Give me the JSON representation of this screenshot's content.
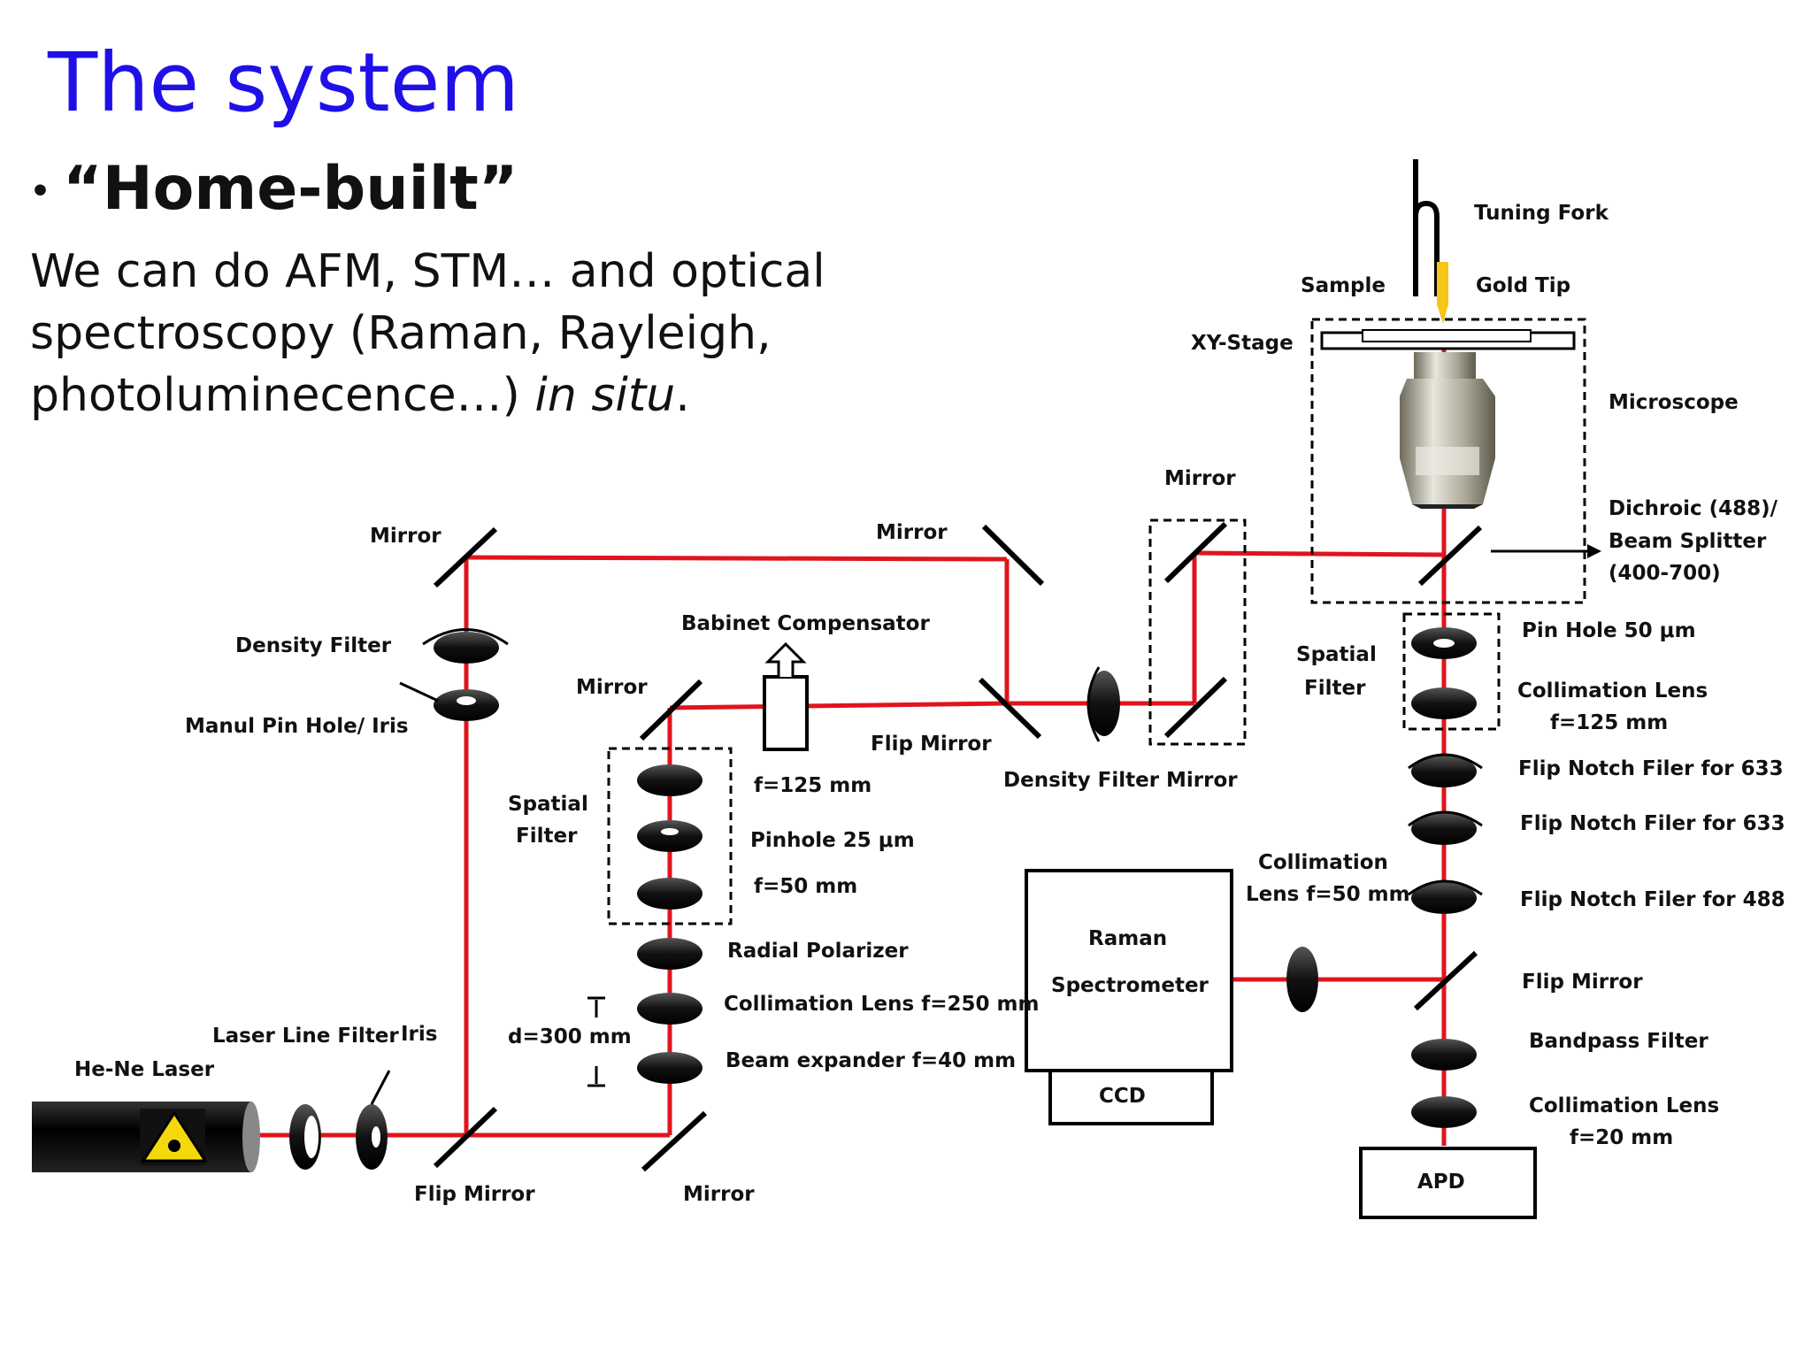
{
  "slide": {
    "title": "The system",
    "bullet": "“Home-built”",
    "desc_main": "We can do AFM, STM… and optical spectroscopy (Raman, Rayleigh, photoluminecence…)",
    "desc_italic": "in situ",
    "desc_end": "."
  },
  "labels": {
    "tuning_fork": "Tuning Fork",
    "sample": "Sample",
    "gold_tip": "Gold Tip",
    "xy_stage": "XY-Stage",
    "microscope": "Microscope",
    "mirror_top_right": "Mirror",
    "dichroic_1": "Dichroic (488)/",
    "dichroic_2": "Beam Splitter",
    "dichroic_3": "(400-700)",
    "mirror_left_top": "Mirror",
    "mirror_mid_top": "Mirror",
    "density_filter_left": "Density Filter",
    "manual_pinhole": "Manul Pin Hole/ Iris",
    "babinet": "Babinet Compensator",
    "mirror_mid": "Mirror",
    "flip_mirror_mid": "Flip Mirror",
    "spatial_filter_right_1": "Spatial",
    "spatial_filter_right_2": "Filter",
    "pinhole_50": "Pin Hole 50 μm",
    "collimation_lens_125_1": "Collimation Lens",
    "collimation_lens_125_2": "f=125 mm",
    "density_filter_mid": "Density Filter",
    "mirror_mid_bottom": "Mirror",
    "flip_notch_633_a": "Flip Notch Filer for 633",
    "flip_notch_633_b": "Flip Notch Filer for 633",
    "flip_notch_488": "Flip Notch Filer for 488",
    "spatial_filter_left_1": "Spatial",
    "spatial_filter_left_2": "Filter",
    "f125": "f=125 mm",
    "pinhole_25": "Pinhole 25 μm",
    "f50": "f=50 mm",
    "collimation_lens_50_1": "Collimation",
    "collimation_lens_50_2": "Lens f=50 mm",
    "raman_1": "Raman",
    "raman_2": "Spectrometer",
    "ccd": "CCD",
    "radial_polarizer": "Radial Polarizer",
    "collimation_250": "Collimation Lens f=250 mm",
    "beam_expander": "Beam expander f=40 mm",
    "d300": "d=300 mm",
    "flip_mirror_right": "Flip Mirror",
    "bandpass": "Bandpass Filter",
    "collimation_20_1": "Collimation Lens",
    "collimation_20_2": "f=20 mm",
    "apd": "APD",
    "laser_line_filter": "Laser Line Filter",
    "iris": "Iris",
    "hene_laser": "He-Ne Laser",
    "flip_mirror_bottom": "Flip Mirror",
    "mirror_bottom": "Mirror"
  },
  "colors": {
    "beam": "#e0141c",
    "title": "#1f10e8"
  }
}
